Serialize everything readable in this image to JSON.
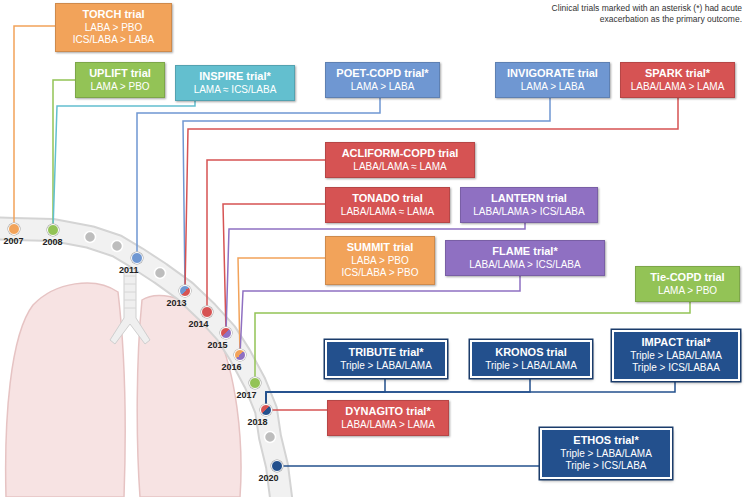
{
  "diagram": {
    "nodes": [
      {
        "text": [
          "TORCH trial",
          "LABA > PBO",
          "ICS/LABA > LABA"
        ]
      },
      {
        "text": [
          "UPLIFT trial",
          "LAMA > PBO"
        ]
      },
      {
        "text": [
          "INSPIRE trial*",
          "LAMA ≈ ICS/LABA"
        ]
      },
      {
        "text": [
          "POET-COPD trial*",
          "LAMA > LABA"
        ]
      },
      {
        "text": [
          "INVIGORATE trial",
          "LAMA > LABA"
        ]
      },
      {
        "text": [
          "SPARK trial*",
          "LABA/LAMA > LAMA"
        ]
      },
      {
        "text": [
          "ACLIFORM-COPD trial",
          "LABA/LAMA ≈ LAMA"
        ]
      },
      {
        "text": [
          "TONADO trial",
          "LABA/LAMA ≈ LAMA"
        ]
      },
      {
        "text": [
          "LANTERN trial",
          "LABA/LAMA > ICS/LABA"
        ]
      },
      {
        "text": [
          "SUMMIT trial",
          "LABA > PBO",
          "ICS/LABA > PBO"
        ]
      },
      {
        "text": [
          "FLAME trial*",
          "LABA/LAMA > ICS/LABA"
        ]
      },
      {
        "text": [
          "Tie-COPD trial",
          "LAMA > PBO"
        ]
      },
      {
        "text": [
          "TRIBUTE trial*",
          "Triple > LABA/LAMA"
        ]
      },
      {
        "text": [
          "KRONOS trial",
          "Triple > LABA/LAMA"
        ]
      },
      {
        "text": [
          "IMPACT trial*",
          "Triple > LABA/LAMA",
          "Triple > ICS/LABAA"
        ]
      },
      {
        "text": [
          "DYNAGITO trial*",
          "LABA/LAMA > LAMA"
        ]
      },
      {
        "text": [
          "ETHOS trial*",
          "Triple > LABA/LAMA",
          "Triple > ICS/LABA"
        ]
      },
      {
        "text": [
          "2007"
        ]
      },
      {
        "text": [
          "2008"
        ]
      },
      {
        "text": [
          "2011"
        ]
      },
      {
        "text": [
          "2013"
        ]
      },
      {
        "text": [
          "2014"
        ]
      },
      {
        "text": [
          "2015"
        ]
      },
      {
        "text": [
          "2016"
        ]
      },
      {
        "text": [
          "2017"
        ]
      },
      {
        "text": [
          "2018"
        ]
      },
      {
        "text": [
          "2020"
        ]
      }
    ],
    "edges": [
      {
        "from": 0,
        "to": 17,
        "arrow": "none"
      },
      {
        "from": 1,
        "to": 18,
        "arrow": "none"
      },
      {
        "from": 2,
        "to": 18,
        "arrow": "none"
      },
      {
        "from": 3,
        "to": 19,
        "arrow": "none"
      },
      {
        "from": 4,
        "to": 20,
        "arrow": "none"
      },
      {
        "from": 5,
        "to": 20,
        "arrow": "none"
      },
      {
        "from": 6,
        "to": 21,
        "arrow": "none"
      },
      {
        "from": 7,
        "to": 22,
        "arrow": "none"
      },
      {
        "from": 8,
        "to": 22,
        "arrow": "none"
      },
      {
        "from": 9,
        "to": 23,
        "arrow": "none"
      },
      {
        "from": 10,
        "to": 23,
        "arrow": "none"
      },
      {
        "from": 11,
        "to": 24,
        "arrow": "none"
      },
      {
        "from": 12,
        "to": 25,
        "arrow": "none"
      },
      {
        "from": 13,
        "to": 25,
        "arrow": "none"
      },
      {
        "from": 14,
        "to": 25,
        "arrow": "none"
      },
      {
        "from": 15,
        "to": 25,
        "arrow": "none"
      },
      {
        "from": 16,
        "to": 26,
        "arrow": "none"
      }
    ],
    "labels": [
      "Clinical trials marked with an asterisk (*) had acute exacerbation as the primary outcome."
    ]
  }
}
